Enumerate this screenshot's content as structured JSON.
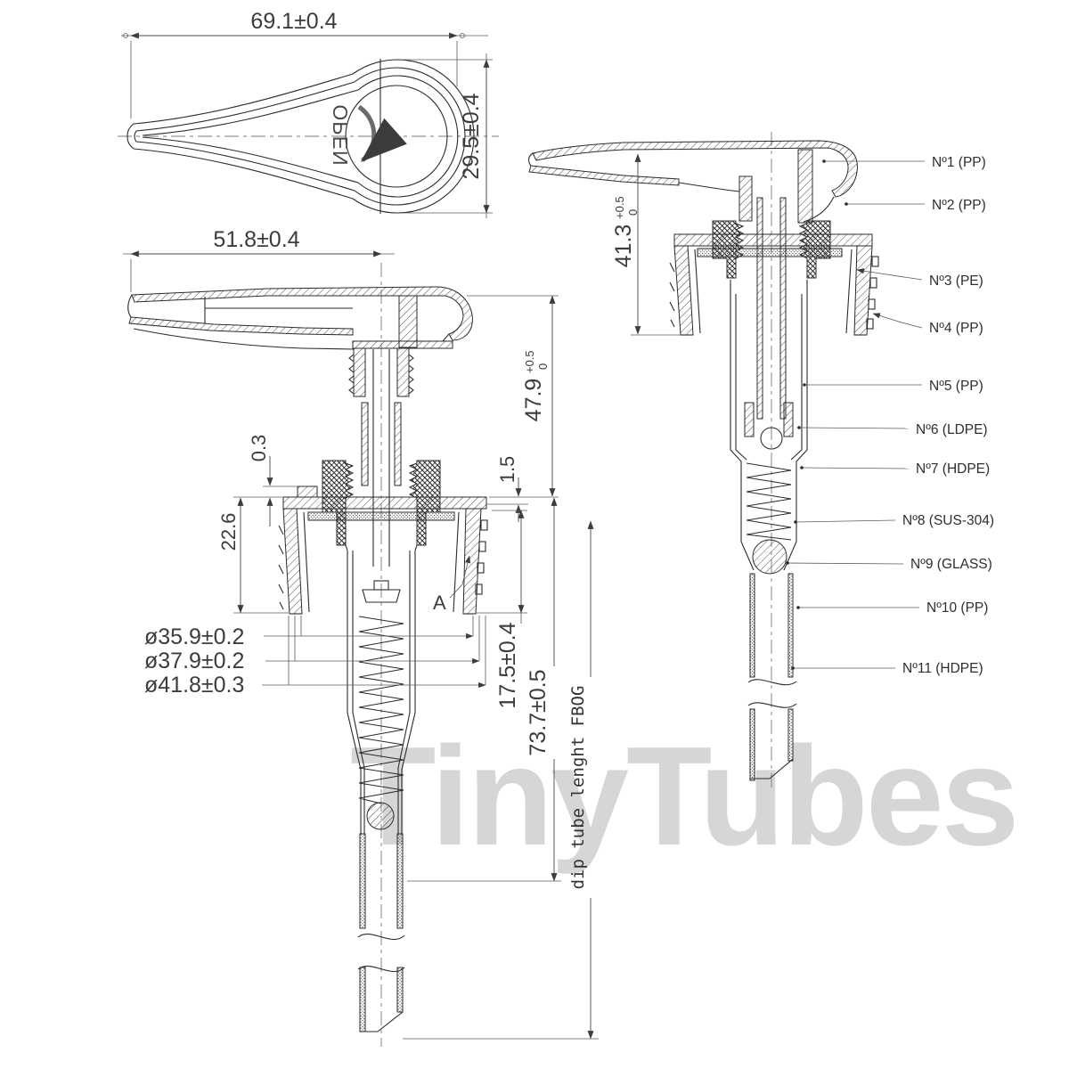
{
  "drawing": {
    "watermark": "TinyTubes",
    "watermark_color": "#d6d6d6",
    "line_color": "#2b2b2b",
    "top_view": {
      "dim_width": "69.1±0.4",
      "dim_height": "29.5±0.4",
      "open_label": "OPEN"
    },
    "front_view": {
      "dim_spout": "51.8±0.4",
      "dim_height": {
        "value": "47.9",
        "tol_top": "+0.5",
        "tol_bottom": "0"
      },
      "dim_gap": "0.3",
      "dim_collar": "22.6",
      "dim_step": "1.5",
      "dim_dia1": "ø35.9±0.2",
      "dim_dia2": "ø37.9±0.2",
      "dim_dia3": "ø41.8±0.3",
      "dim_depth": "17.5±0.4",
      "dim_body": "73.7±0.5",
      "dim_diptube": "dip tube lenght FBOG",
      "detail": "A"
    },
    "side_view": {
      "dim_height": {
        "value": "41.3",
        "tol_top": "+0.5",
        "tol_bottom": "0"
      },
      "parts": [
        {
          "label": "Nº1 (PP)"
        },
        {
          "label": "Nº2 (PP)"
        },
        {
          "label": "Nº3 (PE)"
        },
        {
          "label": "Nº4 (PP)"
        },
        {
          "label": "Nº5 (PP)"
        },
        {
          "label": "Nº6 (LDPE)"
        },
        {
          "label": "Nº7 (HDPE)"
        },
        {
          "label": "Nº8 (SUS-304)"
        },
        {
          "label": "Nº9 (GLASS)"
        },
        {
          "label": "Nº10 (PP)"
        },
        {
          "label": "Nº11 (HDPE)"
        }
      ]
    }
  }
}
